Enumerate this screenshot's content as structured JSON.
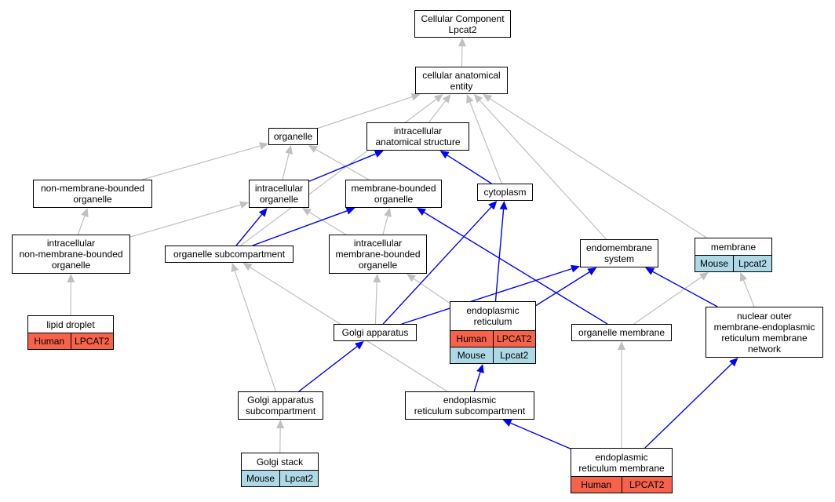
{
  "colors": {
    "is_a_edge": "#c0c0c0",
    "part_of_edge": "#0000ff",
    "human_badge": "#f7624b",
    "mouse_badge": "#add8e6"
  },
  "nodes": {
    "root": {
      "lines": [
        "Cellular Component",
        "Lpcat2"
      ]
    },
    "cae": {
      "lines": [
        "cellular anatomical",
        "entity"
      ]
    },
    "organelle": {
      "lines": [
        "organelle"
      ]
    },
    "ias": {
      "lines": [
        "intracellular",
        "anatomical structure"
      ]
    },
    "nmbo": {
      "lines": [
        "non-membrane-bounded",
        "organelle"
      ]
    },
    "io": {
      "lines": [
        "intracellular",
        "organelle"
      ]
    },
    "mbo": {
      "lines": [
        "membrane-bounded",
        "organelle"
      ]
    },
    "cytoplasm": {
      "lines": [
        "cytoplasm"
      ]
    },
    "inmbo": {
      "lines": [
        "intracellular",
        "non-membrane-bounded",
        "organelle"
      ]
    },
    "osc": {
      "lines": [
        "organelle subcompartment"
      ]
    },
    "imbo": {
      "lines": [
        "intracellular",
        "membrane-bounded",
        "organelle"
      ]
    },
    "ems": {
      "lines": [
        "endomembrane",
        "system"
      ]
    },
    "membrane": {
      "lines": [
        "membrane"
      ],
      "badges": [
        [
          "Mouse",
          "Lpcat2"
        ]
      ]
    },
    "lipid": {
      "lines": [
        "lipid droplet"
      ],
      "badges": [
        [
          "Human",
          "LPCAT2"
        ]
      ]
    },
    "golgi": {
      "lines": [
        "Golgi apparatus"
      ]
    },
    "er": {
      "lines": [
        "endoplasmic",
        "reticulum"
      ],
      "badges": [
        [
          "Human",
          "LPCAT2"
        ],
        [
          "Mouse",
          "Lpcat2"
        ]
      ]
    },
    "om": {
      "lines": [
        "organelle membrane"
      ]
    },
    "nomer": {
      "lines": [
        "nuclear outer",
        "membrane-endoplasmic",
        "reticulum membrane",
        "network"
      ]
    },
    "gasc": {
      "lines": [
        "Golgi apparatus",
        "subcompartment"
      ]
    },
    "ersc": {
      "lines": [
        "endoplasmic",
        "reticulum subcompartment"
      ]
    },
    "gstack": {
      "lines": [
        "Golgi stack"
      ],
      "badges": [
        [
          "Mouse",
          "Lpcat2"
        ]
      ]
    },
    "erm": {
      "lines": [
        "endoplasmic",
        "reticulum membrane"
      ],
      "badges": [
        [
          "Human",
          "LPCAT2"
        ]
      ]
    }
  },
  "edges": [
    {
      "from": "cae",
      "to": "root",
      "type": "is_a"
    },
    {
      "from": "organelle",
      "to": "cae",
      "type": "is_a"
    },
    {
      "from": "ias",
      "to": "cae",
      "type": "is_a"
    },
    {
      "from": "cytoplasm",
      "to": "cae",
      "type": "is_a"
    },
    {
      "from": "osc",
      "to": "cae",
      "type": "is_a"
    },
    {
      "from": "ems",
      "to": "cae",
      "type": "is_a"
    },
    {
      "from": "membrane",
      "to": "cae",
      "type": "is_a"
    },
    {
      "from": "nmbo",
      "to": "organelle",
      "type": "is_a"
    },
    {
      "from": "io",
      "to": "organelle",
      "type": "is_a"
    },
    {
      "from": "mbo",
      "to": "organelle",
      "type": "is_a"
    },
    {
      "from": "io",
      "to": "ias",
      "type": "part_of"
    },
    {
      "from": "cytoplasm",
      "to": "ias",
      "type": "part_of"
    },
    {
      "from": "inmbo",
      "to": "nmbo",
      "type": "is_a"
    },
    {
      "from": "inmbo",
      "to": "io",
      "type": "is_a"
    },
    {
      "from": "imbo",
      "to": "io",
      "type": "is_a"
    },
    {
      "from": "imbo",
      "to": "mbo",
      "type": "is_a"
    },
    {
      "from": "osc",
      "to": "io",
      "type": "part_of"
    },
    {
      "from": "osc",
      "to": "mbo",
      "type": "part_of"
    },
    {
      "from": "lipid",
      "to": "inmbo",
      "type": "is_a"
    },
    {
      "from": "golgi",
      "to": "imbo",
      "type": "is_a"
    },
    {
      "from": "er",
      "to": "imbo",
      "type": "is_a"
    },
    {
      "from": "golgi",
      "to": "cytoplasm",
      "type": "part_of"
    },
    {
      "from": "er",
      "to": "cytoplasm",
      "type": "part_of"
    },
    {
      "from": "golgi",
      "to": "ems",
      "type": "part_of"
    },
    {
      "from": "er",
      "to": "ems",
      "type": "part_of"
    },
    {
      "from": "om",
      "to": "mbo",
      "type": "part_of"
    },
    {
      "from": "om",
      "to": "membrane",
      "type": "is_a"
    },
    {
      "from": "nomer",
      "to": "ems",
      "type": "part_of"
    },
    {
      "from": "nomer",
      "to": "membrane",
      "type": "is_a"
    },
    {
      "from": "gasc",
      "to": "osc",
      "type": "is_a"
    },
    {
      "from": "gasc",
      "to": "golgi",
      "type": "part_of"
    },
    {
      "from": "ersc",
      "to": "osc",
      "type": "is_a"
    },
    {
      "from": "ersc",
      "to": "er",
      "type": "part_of"
    },
    {
      "from": "gstack",
      "to": "gasc",
      "type": "is_a"
    },
    {
      "from": "erm",
      "to": "ersc",
      "type": "part_of"
    },
    {
      "from": "erm",
      "to": "om",
      "type": "is_a"
    },
    {
      "from": "erm",
      "to": "nomer",
      "type": "part_of"
    }
  ]
}
